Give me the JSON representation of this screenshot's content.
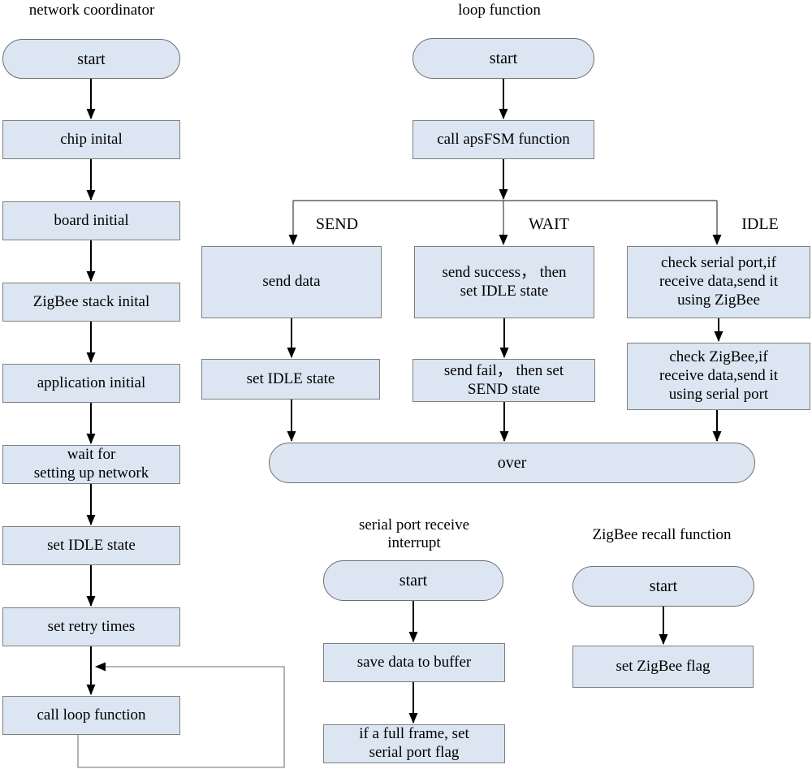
{
  "colors": {
    "node_fill": "#dce6f2",
    "node_border": "#7f7f7f",
    "arrow_line": "#000000",
    "branch_line": "#404040",
    "loop_line": "#8a8a8a"
  },
  "charts": {
    "network_coordinator": {
      "title": "network coordinator",
      "nodes": {
        "start": "start",
        "chip": "chip inital",
        "board": "board initial",
        "stack": "ZigBee stack inital",
        "app": "application initial",
        "wait": "wait for\nsetting up network",
        "idle": "set IDLE state",
        "retry": "set retry times",
        "loop": "call loop function"
      }
    },
    "loop_function": {
      "title": "loop function",
      "branch_labels": {
        "send": "SEND",
        "wait": "WAIT",
        "idle": "IDLE"
      },
      "nodes": {
        "start": "start",
        "apsfsm": "call apsFSM function",
        "send_data": "send data",
        "send_success": "send success， then\nset IDLE state",
        "check_serial": "check serial port,if\nreceive data,send it\nusing ZigBee",
        "set_idle": "set IDLE state",
        "send_fail": "send fail， then set\nSEND state",
        "check_zigbee": "check ZigBee,if\nreceive data,send it\nusing serial port",
        "over": "over"
      }
    },
    "serial_interrupt": {
      "title": "serial port receive\ninterrupt",
      "nodes": {
        "start": "start",
        "save": "save data to buffer",
        "frame": "if a full frame, set\nserial port flag"
      }
    },
    "zigbee_recall": {
      "title": "ZigBee recall function",
      "nodes": {
        "start": "start",
        "flag": "set ZigBee flag"
      }
    }
  }
}
